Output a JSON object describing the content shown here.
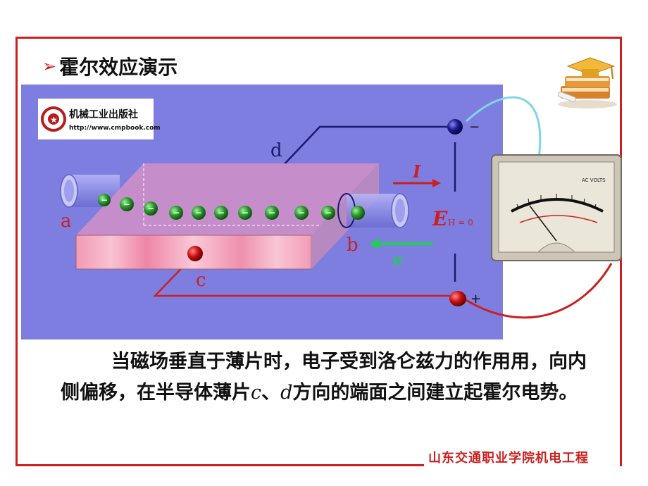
{
  "slide": {
    "title": "霍尔效应演示",
    "title_marker": "➢",
    "paragraph": {
      "part1": "当磁场垂直于薄片时，电子受到洛仑兹力的作用用，向内侧偏移，在半导体薄片",
      "c": "c",
      "sep": "、",
      "d": "d",
      "part2": "方向的端面之间建立起霍尔电势。"
    },
    "footer": "山东交通职业学院机电工程"
  },
  "diagram": {
    "logo_name": "机械工业出版社",
    "logo_url": "http://www.cmpbook.com",
    "labels": {
      "a": "a",
      "b": "b",
      "c": "c",
      "d": "d"
    },
    "current_label": "I",
    "electron_label": "e",
    "hall_label": "E",
    "hall_sub": "H = 0",
    "minus": "−",
    "plus": "+",
    "meter_label": "AC VOLTS",
    "colors": {
      "accent": "#cc1f1f",
      "panel": "#7e7ee0",
      "plate_top": "#c98fc9",
      "plate_front": "#f2a2bc"
    }
  }
}
